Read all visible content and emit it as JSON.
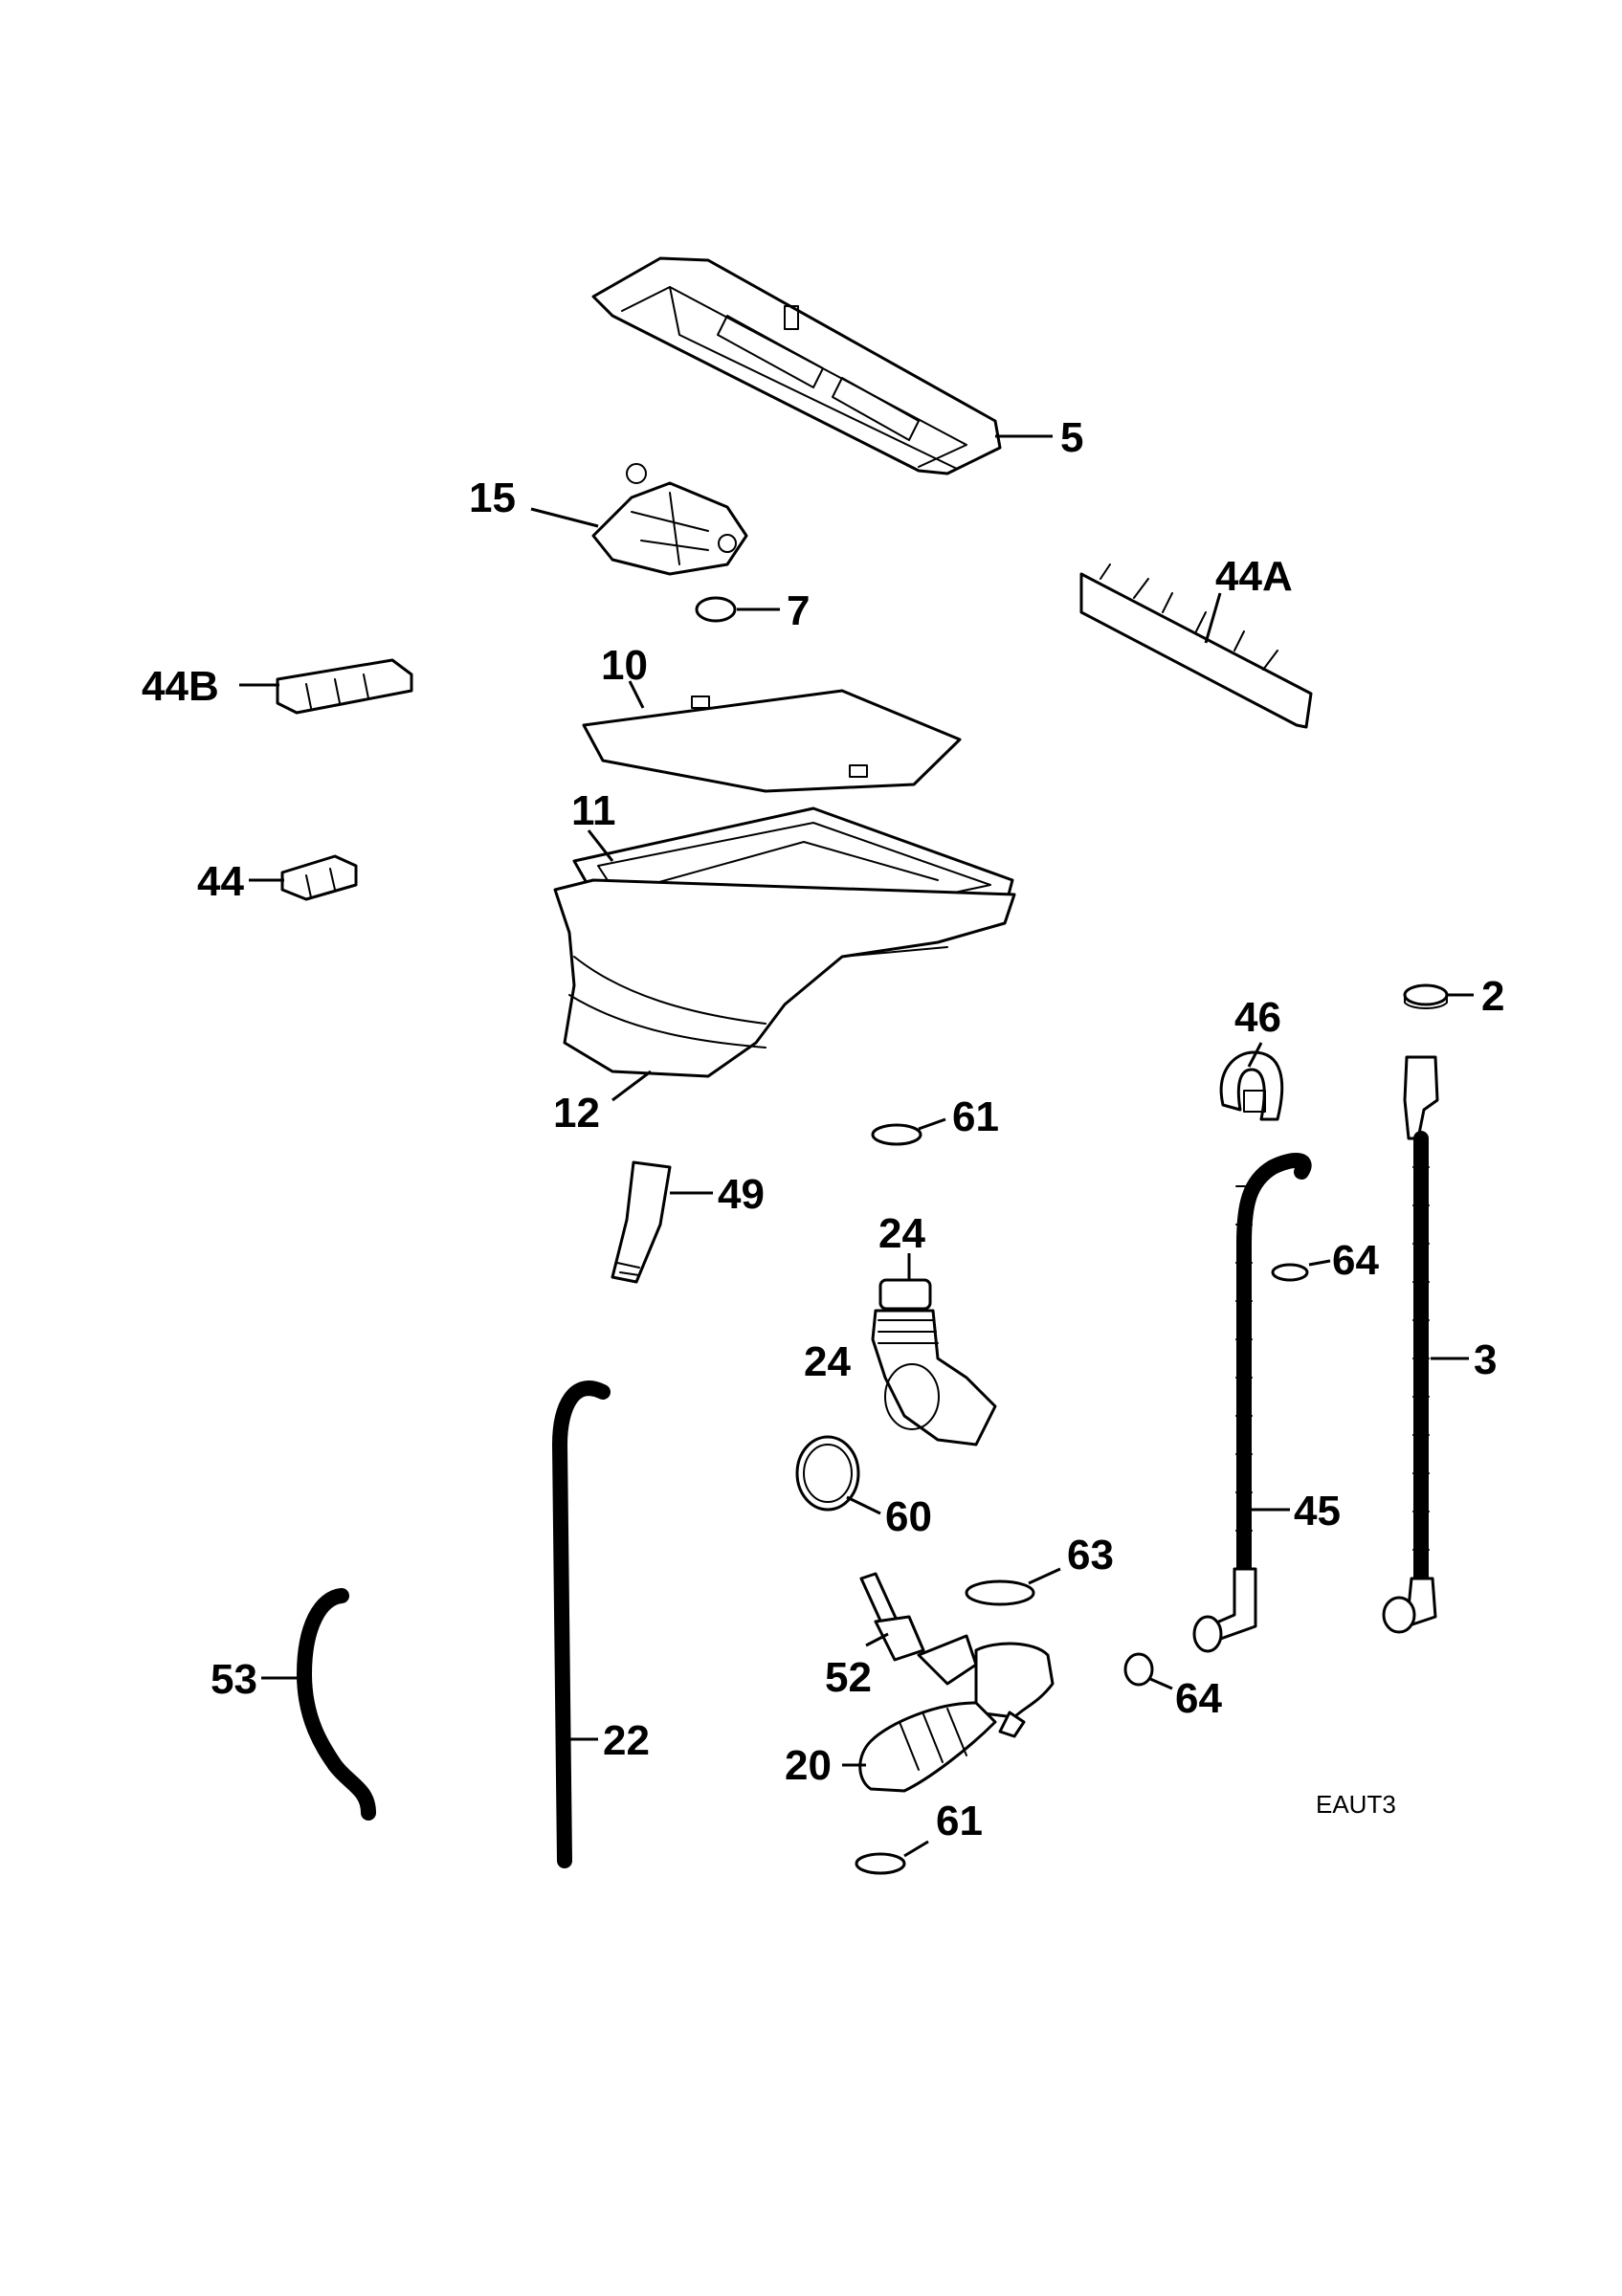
{
  "diagram_code": "EAUT3",
  "parts": {
    "p5": "5",
    "p15": "15",
    "p7": "7",
    "p44a": "44A",
    "p44b": "44B",
    "p10": "10",
    "p11": "11",
    "p44": "44",
    "p12": "12",
    "p2": "2",
    "p46": "46",
    "p61a": "61",
    "p49": "49",
    "p24a": "24",
    "p64a": "64",
    "p3": "3",
    "p24b": "24",
    "p60": "60",
    "p45": "45",
    "p63": "63",
    "p53": "53",
    "p52": "52",
    "p64b": "64",
    "p22": "22",
    "p20": "20",
    "p61b": "61"
  }
}
